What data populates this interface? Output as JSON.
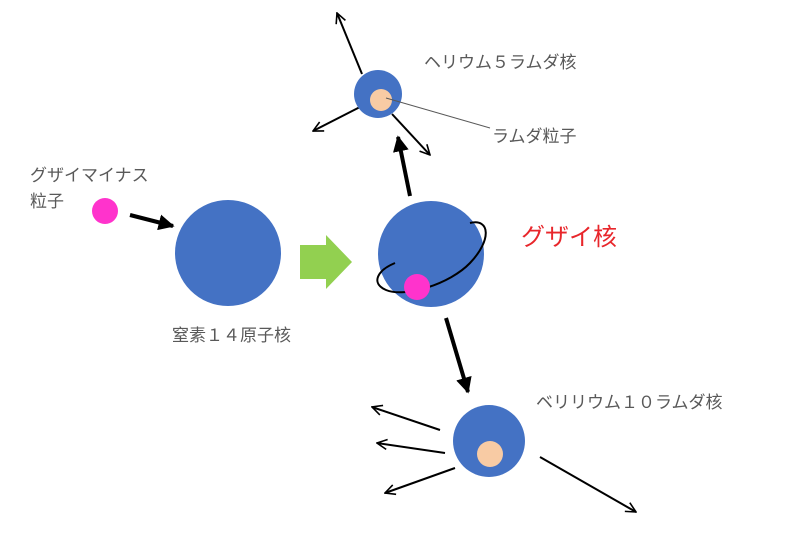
{
  "labels": {
    "xi_particle_line1": "グザイマイナス",
    "xi_particle_line2": "粒子",
    "nitrogen_nucleus": "窒素１４原子核",
    "xi_nucleus": "グザイ核",
    "helium5_lambda": "ヘリウム５ラムダ核",
    "lambda_particle": "ラムダ粒子",
    "beryllium10_lambda": "ベリリウム１０ラムダ核"
  },
  "colors": {
    "nucleus_blue": "#4472c4",
    "xi_particle_magenta": "#ff33cc",
    "lambda_particle_peach": "#f8cba4",
    "transition_arrow_green": "#92d050",
    "arrow_black": "#000000",
    "label_gray": "#595959",
    "xi_label_red": "#e8262b"
  }
}
